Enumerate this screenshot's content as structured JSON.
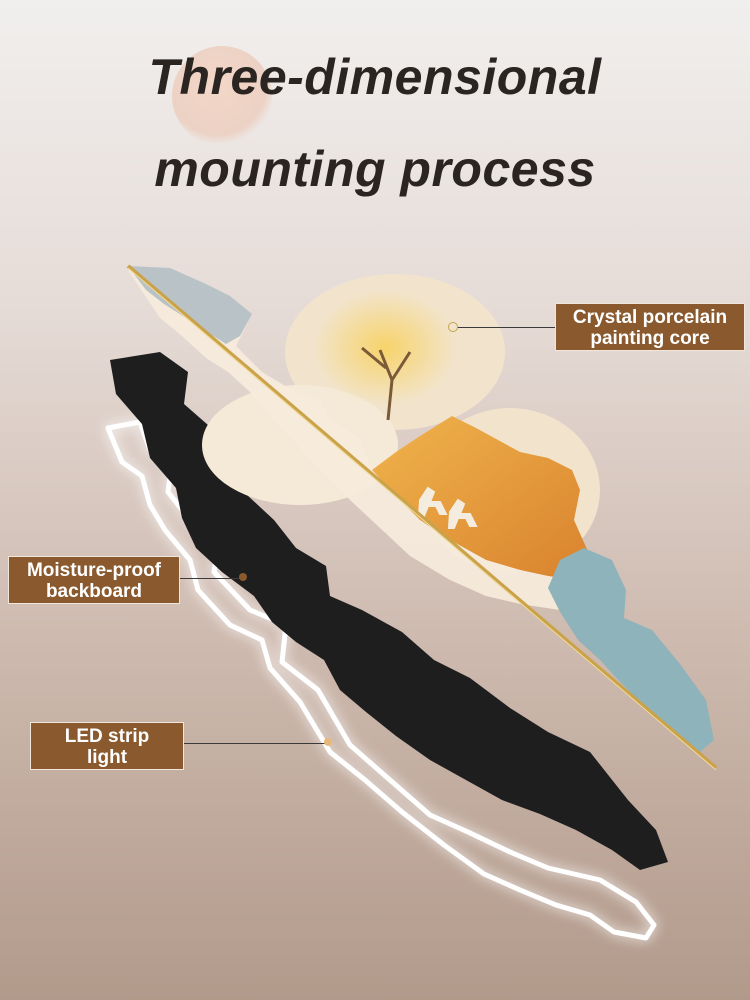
{
  "title": {
    "line1": "Three-dimensional",
    "line2": "mounting process"
  },
  "labels": {
    "core": [
      "Crystal porcelain",
      "painting core"
    ],
    "backboard": [
      "Moisture-proof",
      "backboard"
    ],
    "led": [
      "LED strip",
      "light"
    ]
  },
  "colors": {
    "label_bg": "#8a5a2e",
    "backboard": "#1e1e1e",
    "led_glow": "#ffffff",
    "gold_rod": "#c9a24a",
    "orange_panel": "#e59a3a",
    "blue_panel": "#8fb3ba",
    "cream_panel": "#f3e6d0"
  }
}
